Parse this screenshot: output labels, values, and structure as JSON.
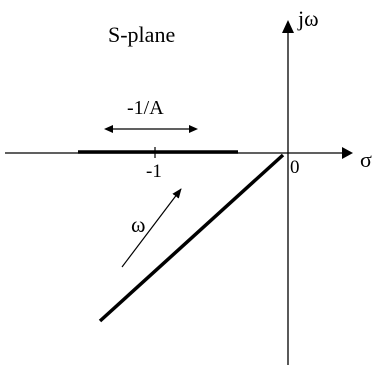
{
  "diagram": {
    "plane_label": "S-plane",
    "axes": {
      "imaginary_label": "jω",
      "real_label": "σ",
      "origin_label": "0"
    },
    "real_axis_marker": {
      "label": "-1",
      "value": -1
    },
    "segment_label": "-1/A",
    "direction_label": "ω"
  }
}
